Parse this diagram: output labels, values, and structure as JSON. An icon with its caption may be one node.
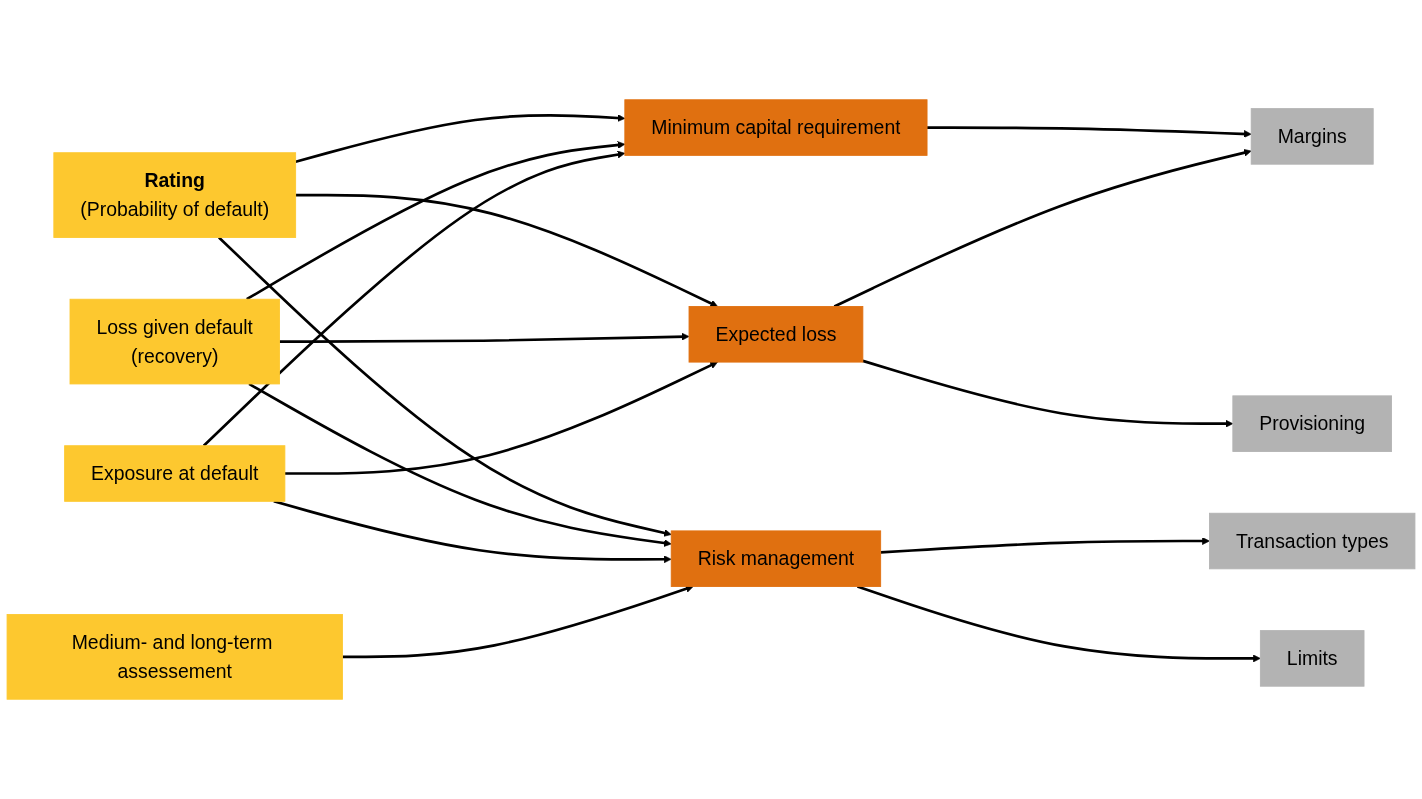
{
  "diagram": {
    "nodes": [
      {
        "text": [
          "Rating",
          "(Probability of default)"
        ]
      },
      {
        "text": [
          "Loss given default",
          "(recovery)"
        ]
      },
      {
        "text": [
          "Exposure at default"
        ]
      },
      {
        "text": [
          "Minimum capital requirement"
        ]
      },
      {
        "text": [
          "Expected loss"
        ]
      },
      {
        "text": [
          "Risk management"
        ]
      },
      {
        "text": [
          "Margins"
        ]
      },
      {
        "text": [
          "Provisioning"
        ]
      },
      {
        "text": [
          "Transaction types"
        ]
      },
      {
        "text": [
          "Limits"
        ]
      },
      {
        "text": [
          "Medium- and long-term assessement"
        ]
      }
    ],
    "edges": [
      {
        "from": 0,
        "to": 3,
        "arrow": "to"
      },
      {
        "from": 0,
        "to": 4,
        "arrow": "to"
      },
      {
        "from": 0,
        "to": 5,
        "arrow": "to"
      },
      {
        "from": 1,
        "to": 3,
        "arrow": "to"
      },
      {
        "from": 1,
        "to": 4,
        "arrow": "to"
      },
      {
        "from": 1,
        "to": 5,
        "arrow": "to"
      },
      {
        "from": 2,
        "to": 3,
        "arrow": "to"
      },
      {
        "from": 2,
        "to": 4,
        "arrow": "to"
      },
      {
        "from": 2,
        "to": 5,
        "arrow": "to"
      },
      {
        "from": 3,
        "to": 6,
        "arrow": "to"
      },
      {
        "from": 4,
        "to": 6,
        "arrow": "to"
      },
      {
        "from": 4,
        "to": 7,
        "arrow": "to"
      },
      {
        "from": 5,
        "to": 8,
        "arrow": "to"
      },
      {
        "from": 5,
        "to": 9,
        "arrow": "to"
      },
      {
        "from": 10,
        "to": 5,
        "arrow": "to"
      }
    ]
  }
}
